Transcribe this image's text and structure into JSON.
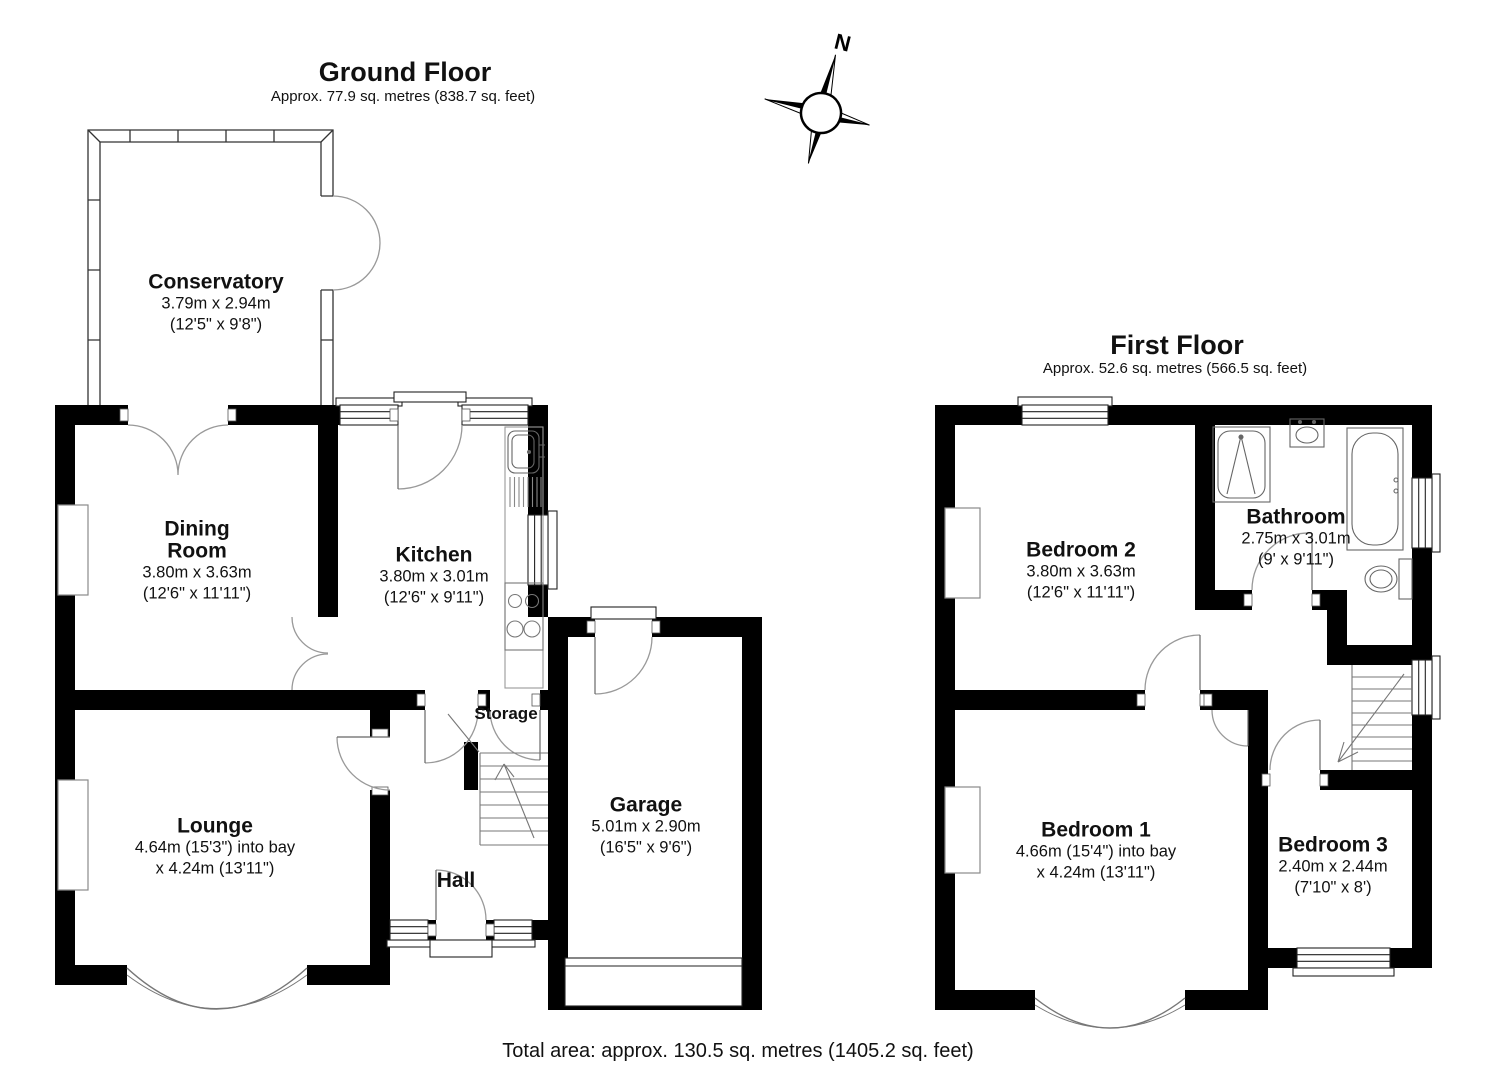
{
  "page": {
    "background": "#ffffff",
    "wall_color": "#000000",
    "fixture_line_color": "#777777"
  },
  "ground_floor": {
    "title": "Ground Floor",
    "subtitle": "Approx. 77.9 sq. metres (838.7 sq. feet)",
    "rooms": [
      {
        "name": "Conservatory",
        "dim1": "3.79m x 2.94m",
        "dim2": "(12'5\" x 9'8\")"
      },
      {
        "name": "Dining Room",
        "dim1": "3.80m x 3.63m",
        "dim2": "(12'6\" x 11'11\")"
      },
      {
        "name": "Kitchen",
        "dim1": "3.80m x 3.01m",
        "dim2": "(12'6\" x 9'11\")"
      },
      {
        "name": "Lounge",
        "dim1": "4.64m (15'3\") into bay",
        "dim2": "x 4.24m (13'11\")"
      },
      {
        "name": "Hall"
      },
      {
        "name": "Storage"
      },
      {
        "name": "Garage",
        "dim1": "5.01m x 2.90m",
        "dim2": "(16'5\" x 9'6\")"
      }
    ]
  },
  "first_floor": {
    "title": "First Floor",
    "subtitle": "Approx. 52.6 sq. metres (566.5 sq. feet)",
    "rooms": [
      {
        "name": "Bedroom 2",
        "dim1": "3.80m x 3.63m",
        "dim2": "(12'6\" x 11'11\")"
      },
      {
        "name": "Bathroom",
        "dim1": "2.75m x 3.01m",
        "dim2": "(9' x 9'11\")"
      },
      {
        "name": "Bedroom 1",
        "dim1": "4.66m (15'4\") into bay",
        "dim2": "x 4.24m (13'11\")"
      },
      {
        "name": "Bedroom 3",
        "dim1": "2.40m x 2.44m",
        "dim2": "(7'10\" x 8')"
      }
    ]
  },
  "compass": {
    "north_label": "N"
  },
  "footer": {
    "total_area": "Total area: approx. 130.5 sq. metres (1405.2 sq. feet)"
  }
}
